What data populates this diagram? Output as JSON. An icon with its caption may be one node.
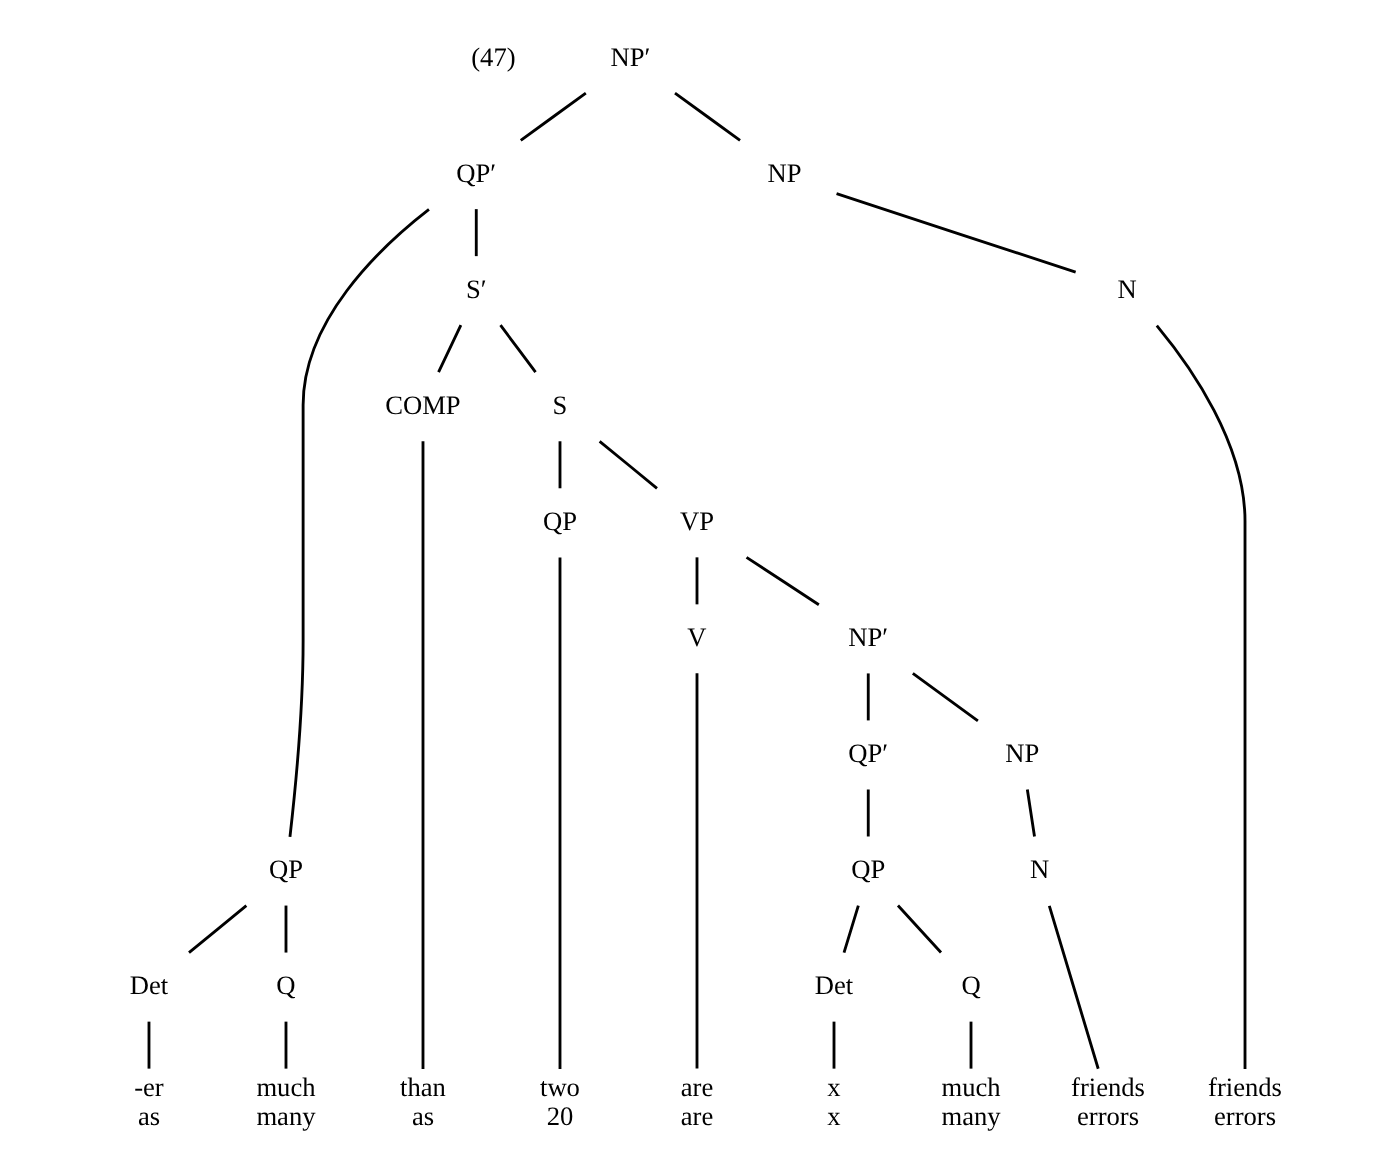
{
  "diagram": {
    "nodes": [
      {
        "text": [
          "NP′"
        ]
      },
      {
        "text": [
          "QP′"
        ]
      },
      {
        "text": [
          "NP"
        ]
      },
      {
        "text": [
          "QP"
        ]
      },
      {
        "text": [
          "S′"
        ]
      },
      {
        "text": [
          "N"
        ]
      },
      {
        "text": [
          "Det"
        ]
      },
      {
        "text": [
          "Q"
        ]
      },
      {
        "text": [
          "COMP"
        ]
      },
      {
        "text": [
          "S"
        ]
      },
      {
        "text": [
          "QP"
        ]
      },
      {
        "text": [
          "VP"
        ]
      },
      {
        "text": [
          "V"
        ]
      },
      {
        "text": [
          "NP′"
        ]
      },
      {
        "text": [
          "QP′"
        ]
      },
      {
        "text": [
          "NP"
        ]
      },
      {
        "text": [
          "QP"
        ]
      },
      {
        "text": [
          "N"
        ]
      },
      {
        "text": [
          "Det"
        ]
      },
      {
        "text": [
          "Q"
        ]
      },
      {
        "text": [
          "-er",
          "as"
        ]
      },
      {
        "text": [
          "much",
          "many"
        ]
      },
      {
        "text": [
          "than",
          "as"
        ]
      },
      {
        "text": [
          "two",
          "20"
        ]
      },
      {
        "text": [
          "are",
          "are"
        ]
      },
      {
        "text": [
          "x",
          "x"
        ]
      },
      {
        "text": [
          "much",
          "many"
        ]
      },
      {
        "text": [
          "friends",
          "errors"
        ]
      },
      {
        "text": [
          "friends",
          "errors"
        ]
      }
    ],
    "edges": [
      {
        "from": 0,
        "to": 1,
        "arrow": "none"
      },
      {
        "from": 0,
        "to": 2,
        "arrow": "none"
      },
      {
        "from": 1,
        "to": 3,
        "arrow": "none"
      },
      {
        "from": 1,
        "to": 4,
        "arrow": "none"
      },
      {
        "from": 2,
        "to": 5,
        "arrow": "none"
      },
      {
        "from": 3,
        "to": 6,
        "arrow": "none"
      },
      {
        "from": 3,
        "to": 7,
        "arrow": "none"
      },
      {
        "from": 4,
        "to": 8,
        "arrow": "none"
      },
      {
        "from": 4,
        "to": 9,
        "arrow": "none"
      },
      {
        "from": 9,
        "to": 10,
        "arrow": "none"
      },
      {
        "from": 9,
        "to": 11,
        "arrow": "none"
      },
      {
        "from": 11,
        "to": 12,
        "arrow": "none"
      },
      {
        "from": 11,
        "to": 13,
        "arrow": "none"
      },
      {
        "from": 13,
        "to": 14,
        "arrow": "none"
      },
      {
        "from": 13,
        "to": 15,
        "arrow": "none"
      },
      {
        "from": 14,
        "to": 16,
        "arrow": "none"
      },
      {
        "from": 15,
        "to": 17,
        "arrow": "none"
      },
      {
        "from": 16,
        "to": 18,
        "arrow": "none"
      },
      {
        "from": 16,
        "to": 19,
        "arrow": "none"
      },
      {
        "from": 6,
        "to": 20,
        "arrow": "none"
      },
      {
        "from": 7,
        "to": 21,
        "arrow": "none"
      },
      {
        "from": 8,
        "to": 22,
        "arrow": "none"
      },
      {
        "from": 10,
        "to": 23,
        "arrow": "none"
      },
      {
        "from": 12,
        "to": 24,
        "arrow": "none"
      },
      {
        "from": 18,
        "to": 25,
        "arrow": "none"
      },
      {
        "from": 19,
        "to": 26,
        "arrow": "none"
      },
      {
        "from": 17,
        "to": 27,
        "arrow": "none"
      },
      {
        "from": 5,
        "to": 28,
        "arrow": "none"
      }
    ],
    "labels": [
      "(47)"
    ]
  }
}
